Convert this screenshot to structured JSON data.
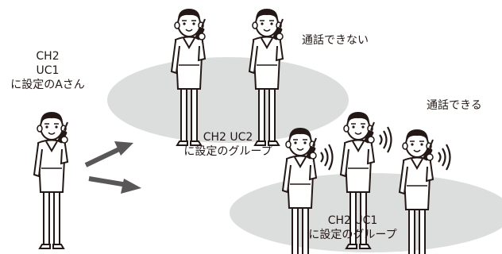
{
  "labels": {
    "caller": {
      "line1": "CH2",
      "line2": "UC1",
      "line3": "に設定のAさん"
    },
    "cannot_talk": "通話できない",
    "can_talk": "通話できる",
    "group_uc2": {
      "line1": "CH2  UC2",
      "line2": "に設定のグループ"
    },
    "group_uc1": {
      "line1": "CH2  UC1",
      "line2": "に設定のグループ"
    }
  },
  "colors": {
    "ellipse": "#dcdddd",
    "outline": "#231815",
    "arrow": "#595757",
    "text": "#231815"
  },
  "icons": [
    "person-with-walkie-talkie-icon",
    "arrow-icon",
    "radio-waves-icon"
  ]
}
